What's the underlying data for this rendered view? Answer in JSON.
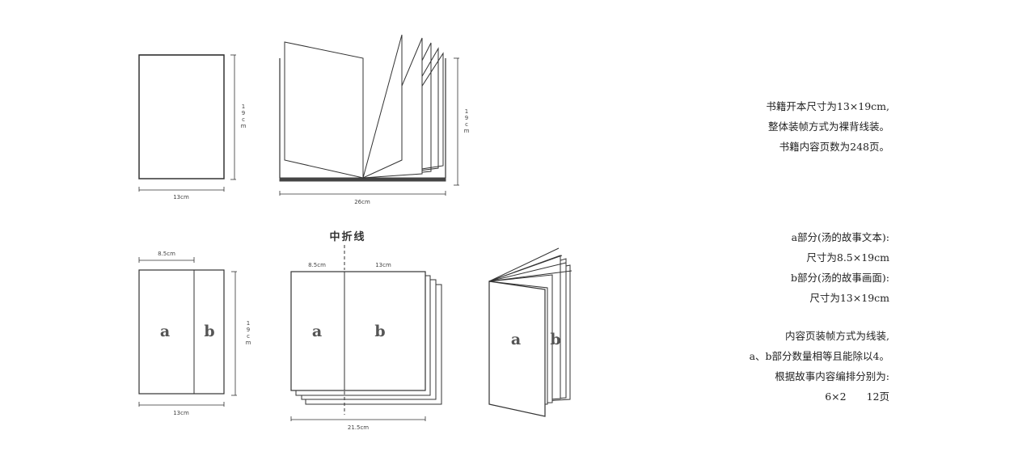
{
  "diagram": {
    "cover_width": "13cm",
    "cover_height_chars": [
      "1",
      "9",
      "c",
      "m"
    ],
    "spread_width": "26cm",
    "spread_height_chars": [
      "1",
      "9",
      "c",
      "m"
    ],
    "fold_title": "中折线",
    "part_a_width": "8.5cm",
    "part_b_width": "13cm",
    "split_cover_width": "13cm",
    "split_height_chars": [
      "1",
      "9",
      "c",
      "m"
    ],
    "total_width": "21.5cm",
    "label_a": "a",
    "label_b": "b"
  },
  "notes_top": [
    "书籍开本尺寸为13×19cm,",
    "整体装帧方式为裸背线装。",
    "书籍内容页数为248页。"
  ],
  "notes_bottom": [
    "a部分(汤的故事文本):",
    "尺寸为8.5×19cm",
    "b部分(汤的故事画面):",
    "尺寸为13×19cm",
    "",
    "内容页装帧方式为线装,",
    "a、b部分数量相等且能除以4。",
    "根据故事内容编排分别为:",
    "6×2　　12页"
  ]
}
